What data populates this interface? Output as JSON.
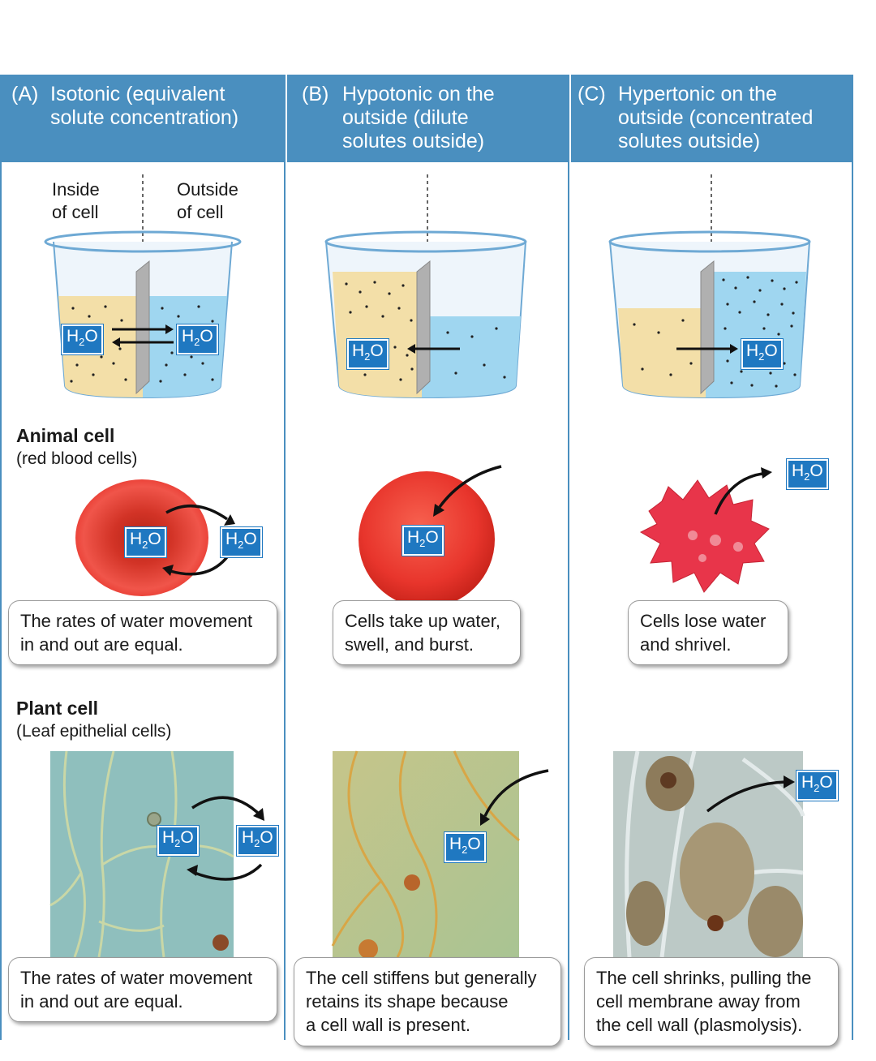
{
  "columns": [
    {
      "letter": "(A)",
      "title": "Isotonic (equivalent\nsolute concentration)",
      "animal_caption": "The rates of water movement\nin and out are equal.",
      "plant_caption": "The rates of water movement\nin and out are equal."
    },
    {
      "letter": "(B)",
      "title": "Hypotonic on the\noutside (dilute\nsolutes outside)",
      "animal_caption": "Cells take up water,\nswell, and burst.",
      "plant_caption": "The cell stiffens but generally\nretains its shape because\na cell wall is present."
    },
    {
      "letter": "(C)",
      "title": "Hypertonic on the\noutside (concentrated\nsolutes outside)",
      "animal_caption": "Cells lose water\nand shrivel.",
      "plant_caption": "The cell shrinks, pulling the\ncell membrane away from\nthe cell wall (plasmolysis)."
    }
  ],
  "beaker_labels": {
    "inside": "Inside\nof cell",
    "outside": "Outside\nof cell"
  },
  "animal": {
    "title": "Animal cell",
    "subtitle": "(red blood cells)"
  },
  "plant": {
    "title": "Plant cell",
    "subtitle": "(Leaf epithelial cells)"
  },
  "water": {
    "h": "H",
    "sub": "2",
    "o": "O"
  },
  "colors": {
    "header_blue": "#4a8fbf",
    "h2o_blue": "#1f78c1",
    "inside_fluid": "#f3dfa8",
    "outside_fluid": "#9fd6f0",
    "rbc_red": "#e8352c"
  }
}
